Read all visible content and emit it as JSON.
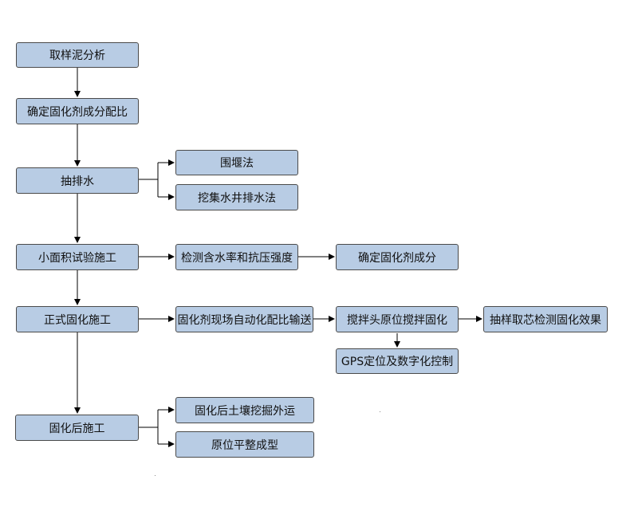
{
  "nodes": {
    "sample_analysis": "取样泥分析",
    "ratio": "确定固化剂成分配比",
    "drainage": "抽排水",
    "cofferdam": "围堰法",
    "sump_well": "挖集水井排水法",
    "pilot": "小面积试验施工",
    "test_strength": "检测含水率和抗压强度",
    "confirm_component": "确定固化剂成分",
    "formal": "正式固化施工",
    "auto_mix": "固化剂现场自动化配比输送",
    "in_situ_mix": "搅拌头原位搅拌固化",
    "core_test": "抽样取芯检测固化效果",
    "gps": "GPS定位及数字化控制",
    "post": "固化后施工",
    "excavate": "固化后土壤挖掘外运",
    "leveling": "原位平整成型"
  },
  "colors": {
    "box_fill": "#b8cce4",
    "box_border": "#4a4a4a",
    "line": "#000000"
  }
}
